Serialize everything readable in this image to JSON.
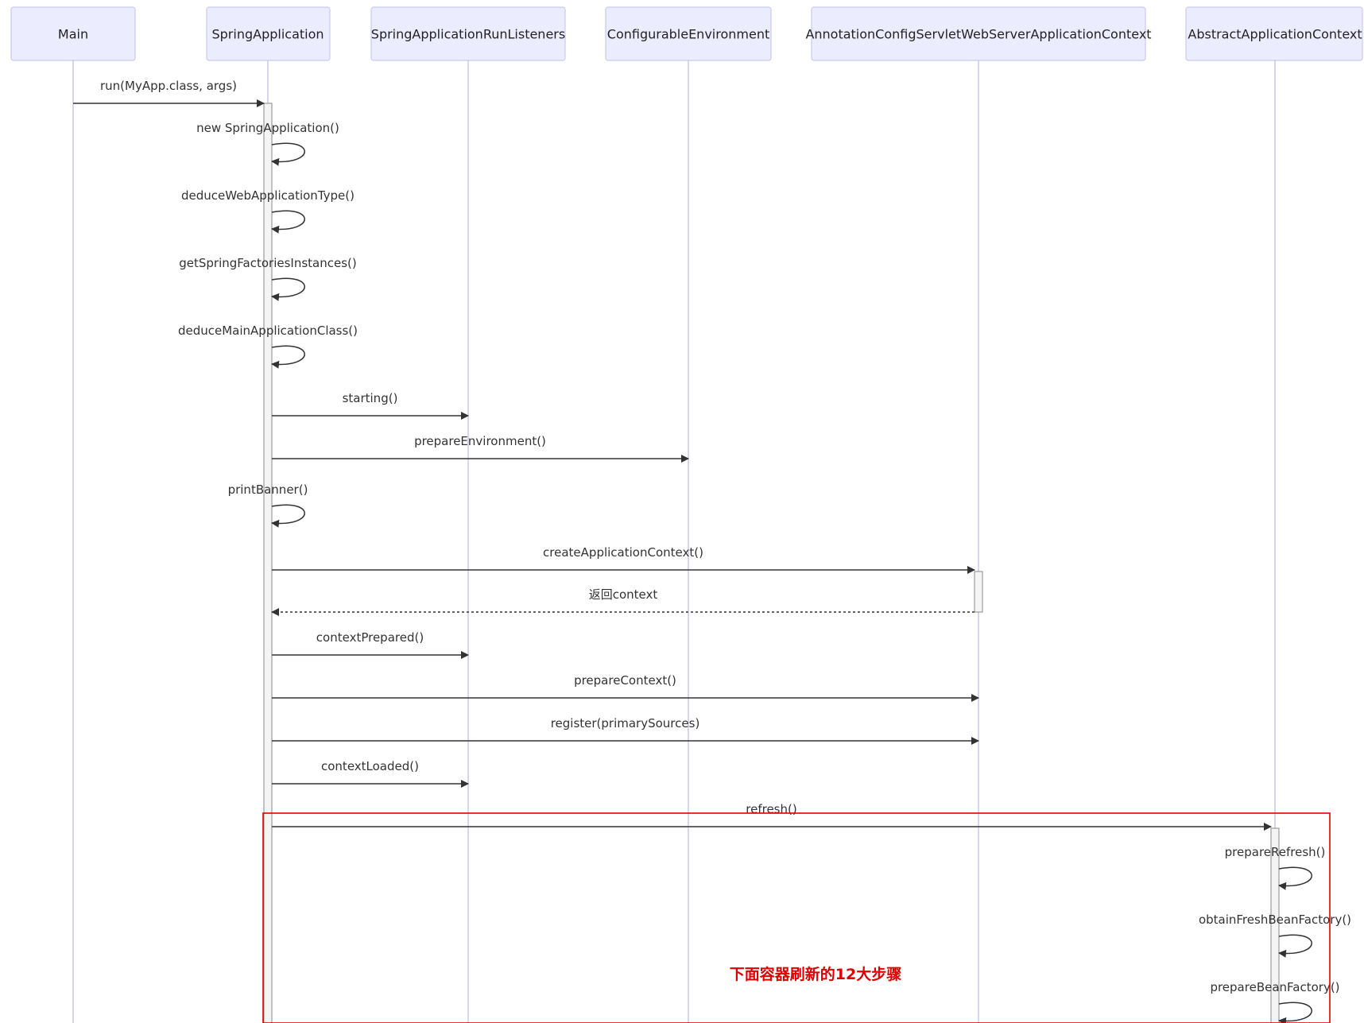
{
  "diagram": {
    "type": "sequence",
    "participants": [
      {
        "id": "main",
        "label": "Main"
      },
      {
        "id": "springapp",
        "label": "SpringApplication"
      },
      {
        "id": "listeners",
        "label": "SpringApplicationRunListeners"
      },
      {
        "id": "env",
        "label": "ConfigurableEnvironment"
      },
      {
        "id": "annoctx",
        "label": "AnnotationConfigServletWebServerApplicationContext"
      },
      {
        "id": "absctx",
        "label": "AbstractApplicationContext"
      }
    ],
    "messages": [
      {
        "from": "main",
        "to": "springapp",
        "label": "run(MyApp.class, args)",
        "kind": "sync"
      },
      {
        "from": "springapp",
        "to": "springapp",
        "label": "new SpringApplication()",
        "kind": "self"
      },
      {
        "from": "springapp",
        "to": "springapp",
        "label": "deduceWebApplicationType()",
        "kind": "self"
      },
      {
        "from": "springapp",
        "to": "springapp",
        "label": "getSpringFactoriesInstances()",
        "kind": "self"
      },
      {
        "from": "springapp",
        "to": "springapp",
        "label": "deduceMainApplicationClass()",
        "kind": "self"
      },
      {
        "from": "springapp",
        "to": "listeners",
        "label": "starting()",
        "kind": "sync"
      },
      {
        "from": "springapp",
        "to": "env",
        "label": "prepareEnvironment()",
        "kind": "sync"
      },
      {
        "from": "springapp",
        "to": "springapp",
        "label": "printBanner()",
        "kind": "self"
      },
      {
        "from": "springapp",
        "to": "annoctx",
        "label": "createApplicationContext()",
        "kind": "sync"
      },
      {
        "from": "annoctx",
        "to": "springapp",
        "label": "返回context",
        "kind": "return"
      },
      {
        "from": "springapp",
        "to": "listeners",
        "label": "contextPrepared()",
        "kind": "sync"
      },
      {
        "from": "springapp",
        "to": "annoctx",
        "label": "prepareContext()",
        "kind": "sync"
      },
      {
        "from": "springapp",
        "to": "annoctx",
        "label": "register(primarySources)",
        "kind": "sync"
      },
      {
        "from": "springapp",
        "to": "listeners",
        "label": "contextLoaded()",
        "kind": "sync"
      },
      {
        "from": "springapp",
        "to": "absctx",
        "label": "refresh()",
        "kind": "sync"
      },
      {
        "from": "absctx",
        "to": "absctx",
        "label": "prepareRefresh()",
        "kind": "self"
      },
      {
        "from": "absctx",
        "to": "absctx",
        "label": "obtainFreshBeanFactory()",
        "kind": "self"
      },
      {
        "from": "absctx",
        "to": "absctx",
        "label": "prepareBeanFactory()",
        "kind": "self"
      }
    ],
    "highlight": {
      "label": "下面容器刷新的12大步骤",
      "color": "#e00000"
    }
  }
}
